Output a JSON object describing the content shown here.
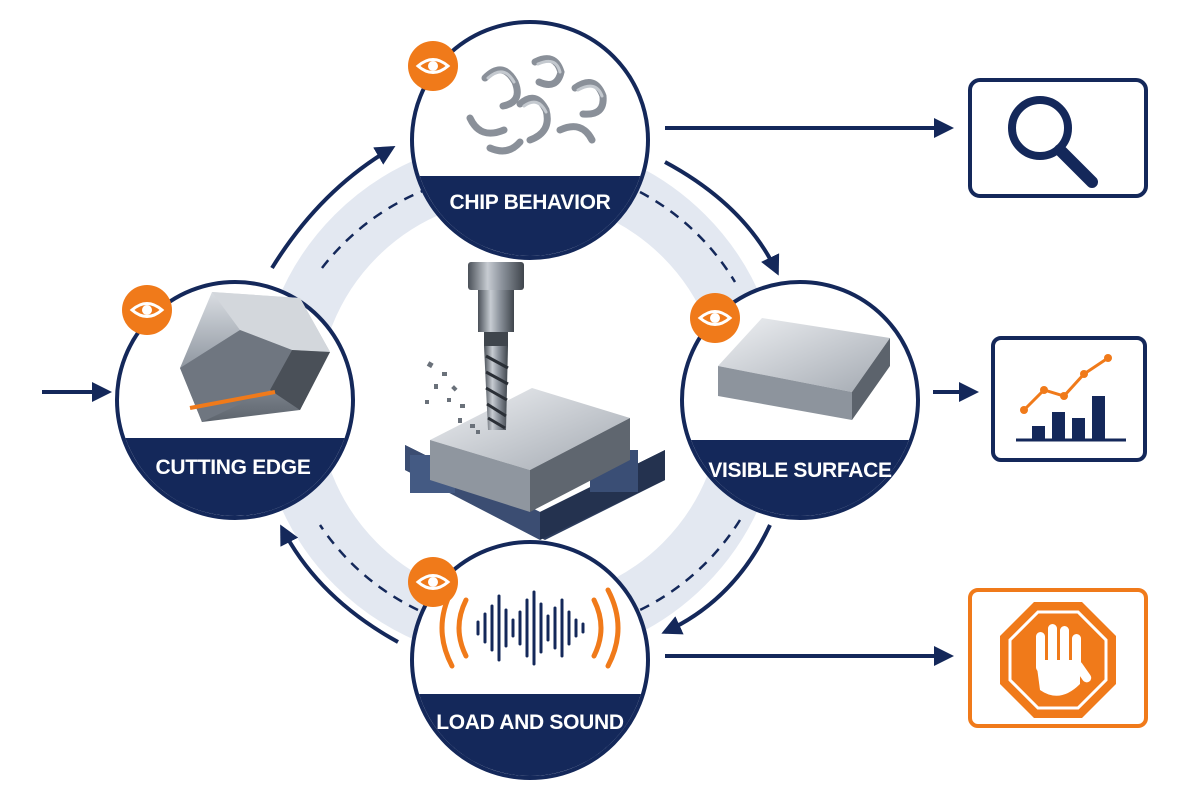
{
  "colors": {
    "navy": "#14285a",
    "orange": "#f07a1a",
    "steel": "#8a9099",
    "ring": "#e3e8f1"
  },
  "center": {
    "icon": "end-mill-cutting-workpiece-icon"
  },
  "nodes": [
    {
      "id": "chip",
      "label": "CHIP BEHAVIOR",
      "icon": "metal-chips-icon",
      "badge": "eye-icon"
    },
    {
      "id": "surface",
      "label": "VISIBLE SURFACE",
      "icon": "metal-block-surface-icon",
      "badge": "eye-icon"
    },
    {
      "id": "load",
      "label": "LOAD AND SOUND",
      "icon": "sound-wave-icon",
      "badge": "eye-icon"
    },
    {
      "id": "edge",
      "label": "CUTTING EDGE",
      "icon": "cutting-insert-icon",
      "badge": "eye-icon"
    }
  ],
  "outputs": [
    {
      "id": "inspect",
      "icon": "magnifier-icon"
    },
    {
      "id": "trend",
      "icon": "rising-bar-chart-icon"
    },
    {
      "id": "stop",
      "icon": "stop-hand-icon"
    }
  ]
}
